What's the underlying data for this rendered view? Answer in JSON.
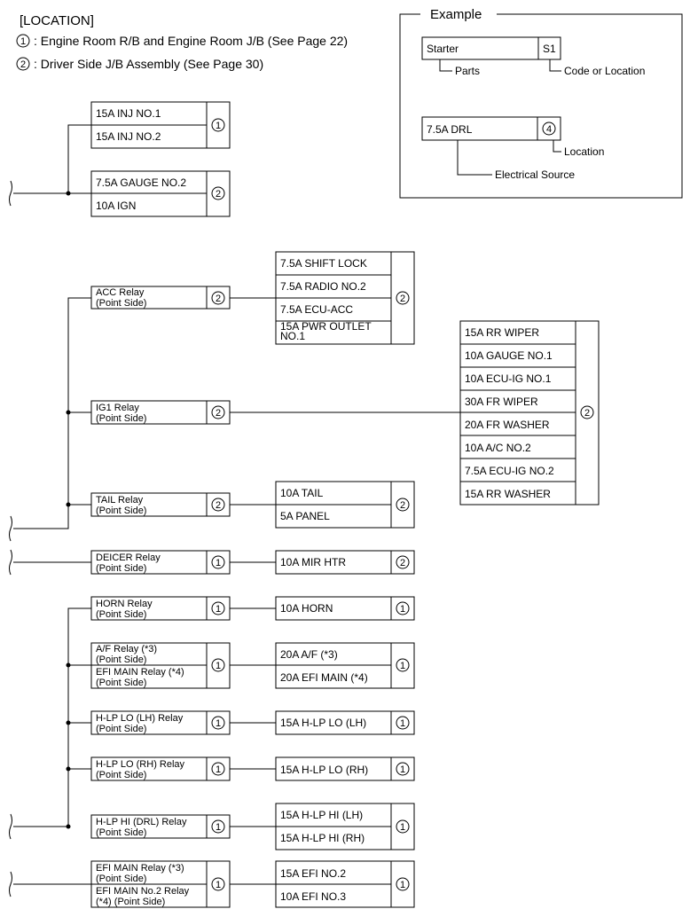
{
  "location": {
    "title": "[LOCATION]",
    "items": [
      {
        "code": "1",
        "text": ": Engine Room R/B and Engine Room J/B (See Page 22)"
      },
      {
        "code": "2",
        "text": ": Driver Side J/B Assembly (See Page 30)"
      }
    ]
  },
  "example": {
    "title": "Example",
    "part_name": "Starter",
    "part_code": "S1",
    "parts_label": "Parts",
    "code_label": "Code or Location",
    "source_name": "7.5A DRL",
    "source_code": "4",
    "location_label": "Location",
    "source_label": "Electrical Source"
  },
  "fuses_top": {
    "inj": [
      "15A INJ NO.1",
      "15A INJ NO.2"
    ],
    "inj_loc": "1",
    "gauge": [
      "7.5A GAUGE NO.2",
      "10A IGN"
    ],
    "gauge_loc": "2"
  },
  "relays": {
    "acc": {
      "name": "ACC Relay",
      "sub": "(Point Side)",
      "loc": "2"
    },
    "ig1": {
      "name": "IG1 Relay",
      "sub": "(Point Side)",
      "loc": "2"
    },
    "tail": {
      "name": "TAIL Relay",
      "sub": "(Point Side)",
      "loc": "2"
    },
    "deicer": {
      "name": "DEICER Relay",
      "sub": "(Point Side)",
      "loc": "1"
    },
    "horn": {
      "name": "HORN Relay",
      "sub": "(Point Side)",
      "loc": "1"
    },
    "af": {
      "name1": "A/F Relay (*3)",
      "sub1": "(Point Side)",
      "name2": "EFI MAIN Relay (*4)",
      "sub2": "(Point Side)",
      "loc": "1"
    },
    "hlp_lo_lh": {
      "name": "H-LP LO (LH) Relay",
      "sub": "(Point Side)",
      "loc": "1"
    },
    "hlp_lo_rh": {
      "name": "H-LP LO (RH) Relay",
      "sub": "(Point Side)",
      "loc": "1"
    },
    "hlp_hi": {
      "name": "H-LP HI (DRL) Relay",
      "sub": "(Point Side)",
      "loc": "1"
    },
    "efi_main": {
      "name1": "EFI MAIN Relay (*3)",
      "sub1": "(Point Side)",
      "name2": "EFI MAIN No.2 Relay",
      "sub2": "(*4) (Point Side)",
      "loc": "1"
    }
  },
  "fuses": {
    "acc": {
      "items": [
        "7.5A SHIFT LOCK",
        "7.5A RADIO NO.2",
        "7.5A ECU-ACC"
      ],
      "last1": "15A PWR OUTLET",
      "last2": "NO.1",
      "loc": "2"
    },
    "ig1": {
      "items": [
        "15A RR WIPER",
        "10A GAUGE NO.1",
        "10A ECU-IG NO.1",
        "30A FR WIPER",
        "20A FR WASHER",
        "10A A/C NO.2",
        "7.5A ECU-IG NO.2",
        "15A RR WASHER"
      ],
      "loc": "2"
    },
    "tail": {
      "items": [
        "10A TAIL",
        "5A PANEL"
      ],
      "loc": "2"
    },
    "deicer": {
      "items": [
        "10A MIR HTR"
      ],
      "loc": "2"
    },
    "horn": {
      "items": [
        "10A HORN"
      ],
      "loc": "1"
    },
    "af": {
      "items": [
        "20A A/F (*3)",
        "20A EFI MAIN (*4)"
      ],
      "loc": "1"
    },
    "hlp_lo_lh": {
      "items": [
        "15A H-LP LO (LH)"
      ],
      "loc": "1"
    },
    "hlp_lo_rh": {
      "items": [
        "15A H-LP LO (RH)"
      ],
      "loc": "1"
    },
    "hlp_hi": {
      "items": [
        "15A H-LP HI (LH)",
        "15A H-LP HI (RH)"
      ],
      "loc": "1"
    },
    "efi": {
      "items": [
        "15A EFI NO.2",
        "10A EFI NO.3"
      ],
      "loc": "1"
    }
  }
}
